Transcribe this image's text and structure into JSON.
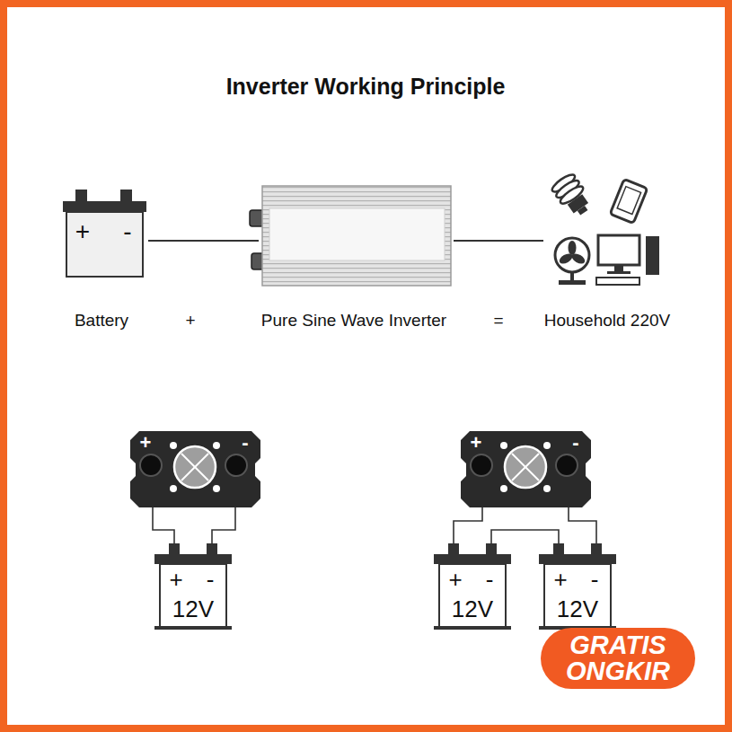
{
  "diagram": {
    "title": "Inverter Working Principle",
    "nodes": [
      {
        "text": [
          "+",
          "-"
        ]
      },
      {
        "text": [
          "+",
          "-"
        ]
      },
      {
        "text": [
          "+",
          "-",
          "12V"
        ]
      },
      {
        "text": [
          "+",
          "-"
        ]
      },
      {
        "text": [
          "+",
          "-",
          "12V"
        ]
      },
      {
        "text": [
          "+",
          "-",
          "12V"
        ]
      },
      {
        "text": [
          "GRATIS ONGKIR"
        ]
      }
    ],
    "edges": [
      {
        "from": 1,
        "to": 2,
        "arrow": "none"
      },
      {
        "from": 3,
        "to": 4,
        "arrow": "none"
      },
      {
        "from": 4,
        "to": 5,
        "arrow": "none"
      },
      {
        "from": 3,
        "to": 5,
        "arrow": "none"
      }
    ],
    "labels": [
      "Battery",
      "+",
      "Pure Sine Wave Inverter",
      "=",
      "Household 220V"
    ]
  }
}
